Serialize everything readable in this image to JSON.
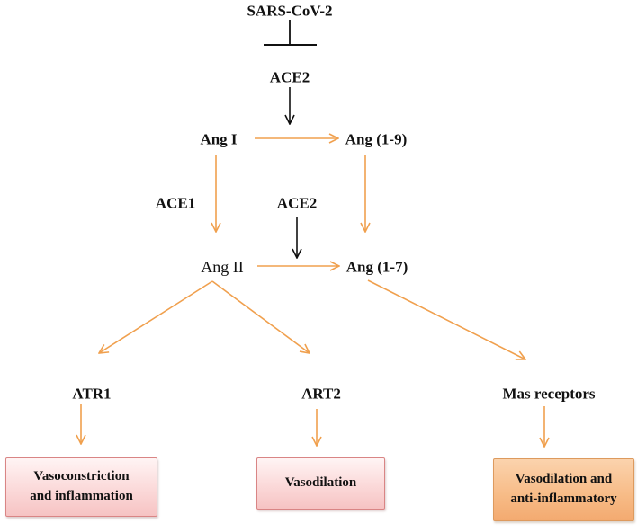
{
  "nodes": {
    "sars_cov_2": "SARS-CoV-2",
    "ace2_top": "ACE2",
    "ang_i": "Ang I",
    "ang_1_9": "Ang (1-9)",
    "ace1": "ACE1",
    "ace2_mid": "ACE2",
    "ang_ii": "Ang II",
    "ang_1_7": "Ang (1-7)",
    "atr1": "ATR1",
    "art2": "ART2",
    "mas_receptors": "Mas receptors"
  },
  "outcomes": {
    "vasoconstriction": [
      "Vasoconstriction",
      "and inflammation"
    ],
    "vasodilation": [
      "Vasodilation"
    ],
    "anti_inflammatory": [
      "Vasodilation and",
      "anti-inflammatory"
    ]
  },
  "colors": {
    "arrow_orange": "#f0a04e",
    "arrow_black": "#111111",
    "box_pink": "#f9d4d4",
    "box_orange": "#f6b57e"
  }
}
